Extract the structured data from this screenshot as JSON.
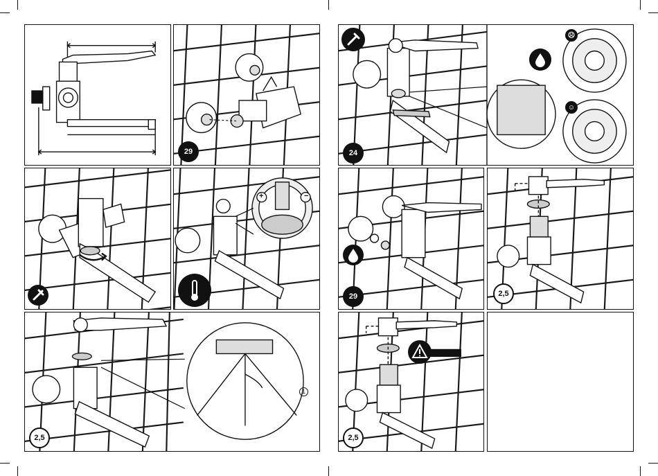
{
  "badges": {
    "p2_wrench_size": "29",
    "p7_wrench_size": "24",
    "p8_wrench_size": "29",
    "p9_hex_size": "2,5",
    "p5_hex_size": "2,5",
    "p10_hex_size": "2,5"
  },
  "callouts": {
    "plus": "+",
    "minus": "−",
    "angle_marker": "1"
  },
  "colors": {
    "ink": "#111111",
    "tile_line": "#1a1a1a",
    "paper": "#ffffff",
    "shade": "#cfcfcf"
  },
  "icons": {
    "wrench": "wrench-icon",
    "thermometer": "thermometer-icon",
    "water_drop": "water-drop-icon",
    "sad_face": "sad-face-icon",
    "happy_face": "happy-face-icon",
    "warning": "warning-triangle-icon"
  }
}
